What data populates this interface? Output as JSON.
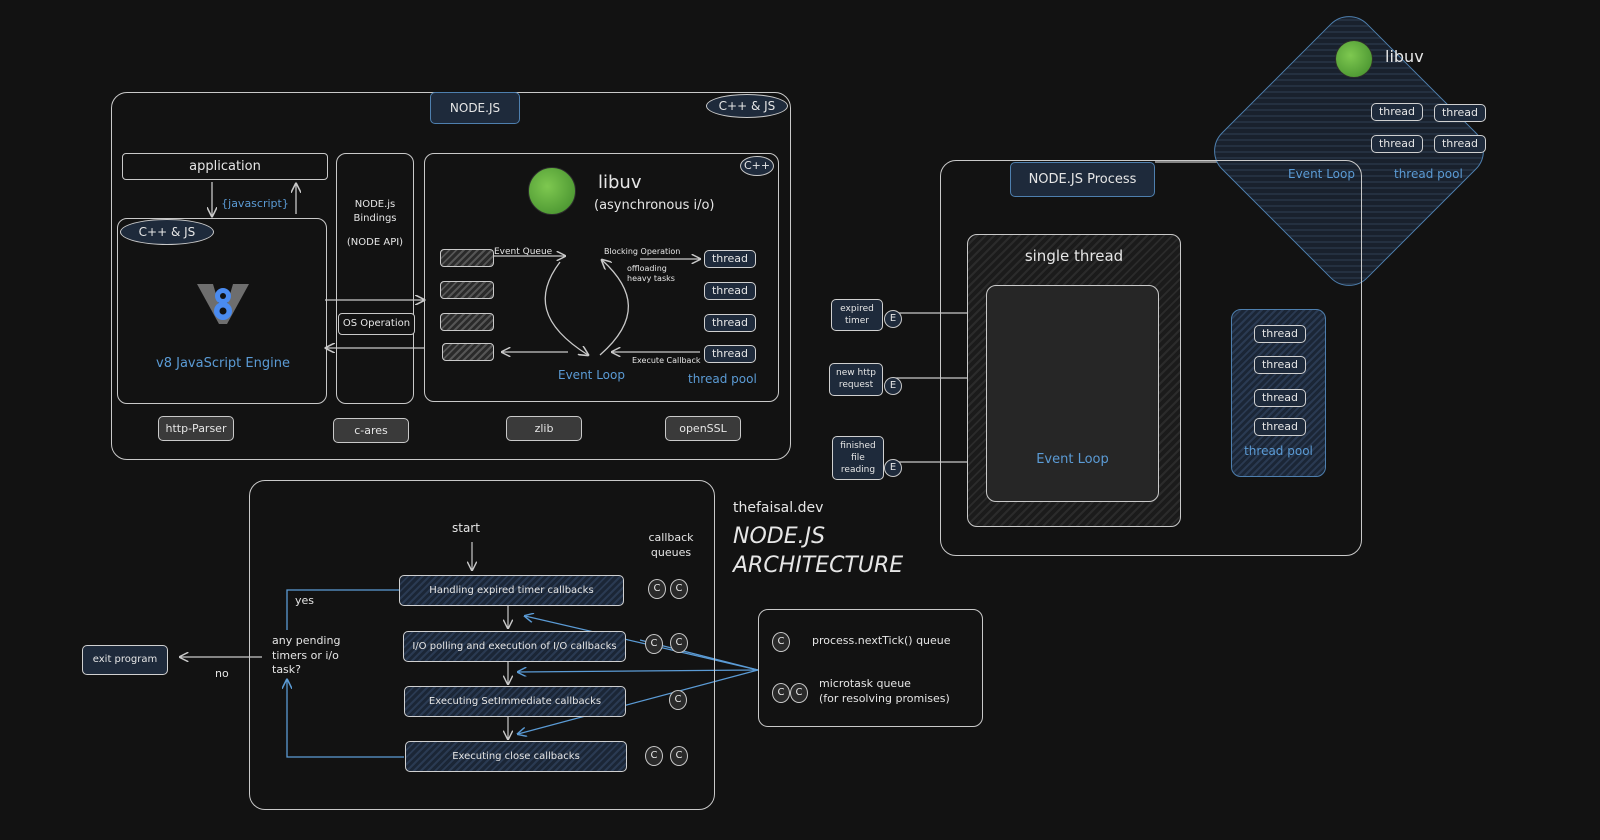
{
  "site": "thefaisal.dev",
  "title_line1": "NODE.JS",
  "title_line2": "ARCHITECTURE",
  "arch": {
    "header": "NODE.JS",
    "cpp_js_badge": "C++ & JS",
    "application": "application",
    "javascript_tag": "{javascript}",
    "v8_badge": "C++ & JS",
    "v8_label": "v8 JavaScript Engine",
    "bindings_line1": "NODE.js",
    "bindings_line2": "Bindings",
    "bindings_line3": "(NODE API)",
    "os_operation": "OS Operation",
    "cpp_badge": "C++",
    "libuv_title": "libuv",
    "libuv_sub": "(asynchronous i/o)",
    "event_queue": "Event Queue",
    "blocking_operation": "Blocking Operation",
    "offloading_line1": "offloading",
    "offloading_line2": "heavy tasks",
    "execute_callback": "Execute Callback",
    "event_loop": "Event Loop",
    "thread_pool": "thread pool",
    "threads": [
      "thread",
      "thread",
      "thread",
      "thread"
    ],
    "deps": [
      "http-Parser",
      "c-ares",
      "zlib",
      "openSSL"
    ]
  },
  "process": {
    "header": "NODE.JS Process",
    "single_thread": "single thread",
    "event_loop": "Event Loop",
    "events": [
      {
        "label": "expired timer",
        "badge": "E"
      },
      {
        "label": "new http request",
        "badge": "E"
      },
      {
        "label": "finished file reading",
        "badge": "E"
      }
    ],
    "threads": [
      "thread",
      "thread",
      "thread",
      "thread"
    ],
    "thread_pool": "thread pool"
  },
  "libuv_diamond": {
    "title": "libuv",
    "event_loop": "Event Loop",
    "thread_pool": "thread pool",
    "threads": [
      "thread",
      "thread",
      "thread",
      "thread"
    ]
  },
  "loop": {
    "start": "start",
    "callback_queues_line1": "callback",
    "callback_queues_line2": "queues",
    "phases": [
      "Handling expired timer callbacks",
      "I/O polling and execution of I/O callbacks",
      "Executing SetImmediate callbacks",
      "Executing close callbacks"
    ],
    "yes": "yes",
    "no": "no",
    "question_line1": "any pending",
    "question_line2": "timers or i/o",
    "question_line3": "task?",
    "exit": "exit program",
    "c_badge": "C"
  },
  "micro": {
    "next_tick": "process.nextTick() queue",
    "microtask_line1": "microtask queue",
    "microtask_line2": "(for resolving promises)",
    "c_badge": "C"
  },
  "colors": {
    "accent": "#5b9bd5",
    "navy": "#1e2a3b",
    "stroke": "#c9c9c9",
    "bg": "#121212"
  }
}
